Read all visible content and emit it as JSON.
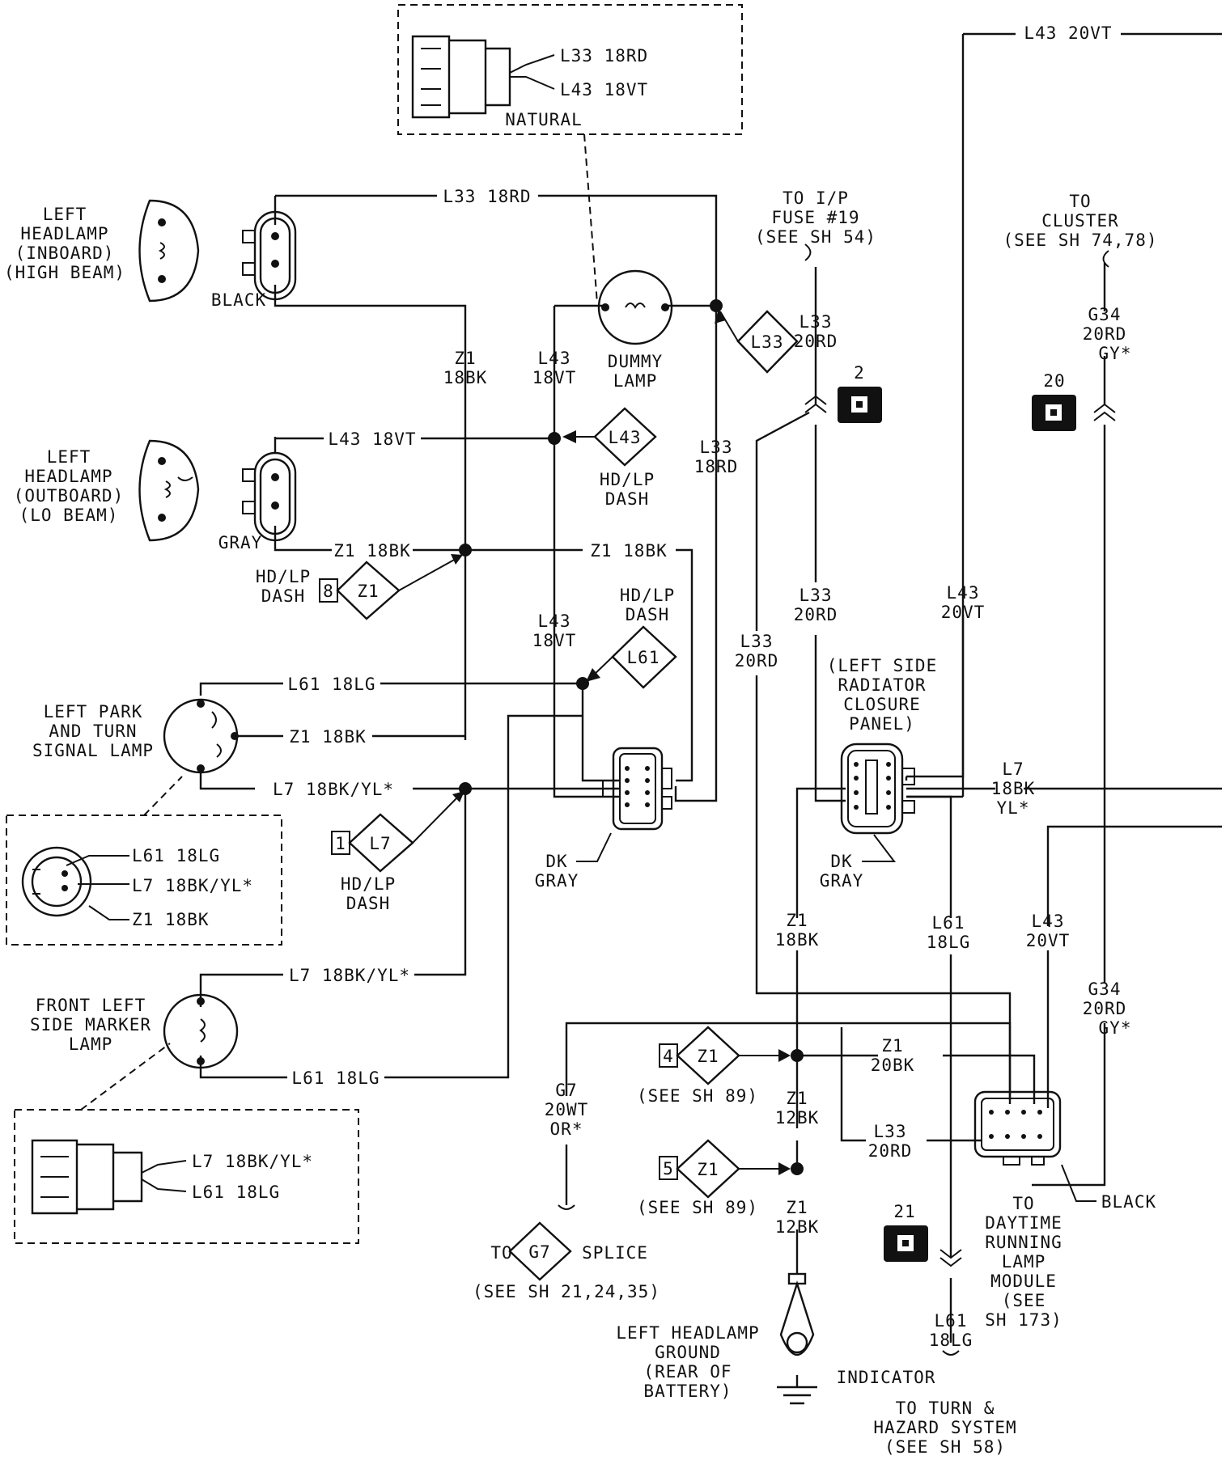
{
  "page_title": "",
  "components": {
    "inboard_headlamp": [
      "LEFT",
      "HEADLAMP",
      "(INBOARD)",
      "(HIGH BEAM)"
    ],
    "outboard_headlamp": [
      "LEFT",
      "HEADLAMP",
      "(OUTBOARD)",
      "(LO BEAM)"
    ],
    "park_turn_lamp": [
      "LEFT PARK",
      "AND TURN",
      "SIGNAL LAMP"
    ],
    "side_marker_lamp": [
      "FRONT LEFT",
      "SIDE MARKER",
      "LAMP"
    ],
    "dummy_lamp": [
      "DUMMY",
      "LAMP"
    ],
    "radiator_panel": [
      "(LEFT SIDE",
      "RADIATOR",
      "CLOSURE",
      "PANEL)"
    ],
    "ground": [
      "LEFT HEADLAMP",
      "GROUND",
      "(REAR OF",
      "BATTERY)"
    ],
    "drl_module": [
      "TO",
      "DAYTIME",
      "RUNNING",
      "LAMP",
      "MODULE",
      "(SEE",
      "SH 173)"
    ],
    "turn_hazard": [
      "TO TURN &",
      "HAZARD SYSTEM",
      "(SEE SH 58)"
    ]
  },
  "connector_colors": {
    "inboard": "BLACK",
    "outboard": "GRAY",
    "dummy_inset": "NATURAL",
    "inline_1": [
      "DK",
      "GRAY"
    ],
    "inline_2": [
      "DK",
      "GRAY"
    ],
    "drl": "BLACK"
  },
  "wires": {
    "l43_top": "L43 20VT",
    "l33_top": "L33 18RD",
    "l43_18vt_h": "L43 18VT",
    "z1_h1": "Z1 18BK",
    "z1_h2": "Z1 18BK",
    "l61_h1": "L61 18LG",
    "z1_park": "Z1 18BK",
    "l7_park": "L7 18BK/YL*",
    "l7_marker": "L7 18BK/YL*",
    "l61_marker": "L61 18LG",
    "z1_v": [
      "Z1",
      "18BK"
    ],
    "l43_v1": [
      "L43",
      "18VT"
    ],
    "l43_v2": [
      "L43",
      "18VT"
    ],
    "l33_v1": [
      "L33",
      "18RD"
    ],
    "l33_fuse": [
      "L33",
      "20RD"
    ],
    "l33_mid": [
      "L33",
      "20RD"
    ],
    "l33_left": [
      "L33",
      "20RD"
    ],
    "l43_20vt_v": [
      "L43",
      "20VT"
    ],
    "l7_right": [
      "L7",
      "18BK",
      "YL*"
    ],
    "z1_18bk_b": [
      "Z1",
      "18BK"
    ],
    "l61_18lg_b": [
      "L61",
      "18LG"
    ],
    "l43_20vt_b": [
      "L43",
      "20VT"
    ],
    "g34_top": [
      "G34",
      "20RD",
      "GY*"
    ],
    "g34_bot": [
      "G34",
      "20RD",
      "GY*"
    ],
    "g7": [
      "G7",
      "20WT",
      "OR*"
    ],
    "z1_20bk": [
      "Z1",
      "20BK"
    ],
    "l33_20rd_b": [
      "L33",
      "20RD"
    ],
    "z1_12bk_1": [
      "Z1",
      "12BK"
    ],
    "z1_12bk_2": [
      "Z1",
      "12BK"
    ],
    "l61_18lg_ind": [
      "L61",
      "18LG"
    ]
  },
  "insets": {
    "dummy": [
      "L33 18RD",
      "L43 18VT"
    ],
    "park": [
      "L61 18LG",
      "L7 18BK/YL*",
      "Z1 18BK"
    ],
    "marker": [
      "L7 18BK/YL*",
      "L61 18LG"
    ]
  },
  "refs": {
    "fuse": [
      "TO I/P",
      "FUSE #19",
      "(SEE SH 54)"
    ],
    "cluster": [
      "TO",
      "CLUSTER",
      "(SEE SH 74,78)"
    ],
    "hdlp_dash": [
      "HD/LP",
      "DASH"
    ],
    "see_sh89": "(SEE SH 89)",
    "splice_to": "TO",
    "splice_word": "SPLICE",
    "splice_see": "(SEE SH 21,24,35)",
    "indicator": "INDICATOR"
  },
  "diamonds": {
    "l33": "L33",
    "l43": "L43",
    "l61": "L61",
    "z1_8": "Z1",
    "l7_1": "L7",
    "z1_4": "Z1",
    "z1_5": "Z1",
    "g7": "G7"
  },
  "diamond_nums": {
    "z1_8": "8",
    "l7_1": "1",
    "z1_4": "4",
    "z1_5": "5"
  },
  "pin_refs": {
    "p2": "2",
    "p20": "20",
    "p21": "21"
  }
}
